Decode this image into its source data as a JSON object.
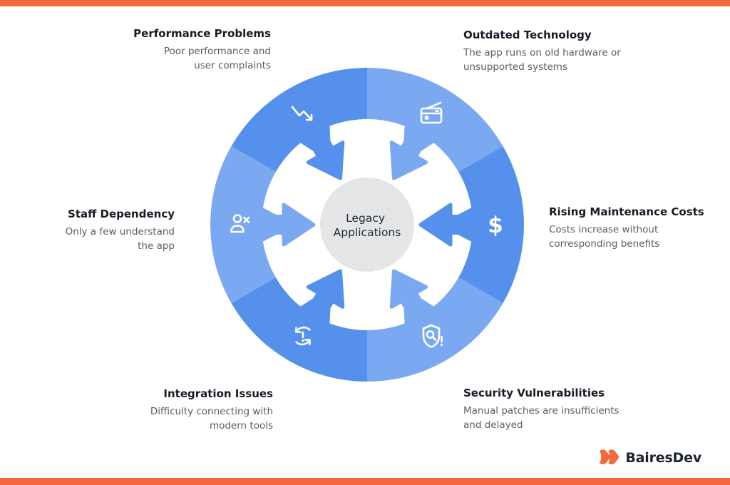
{
  "page": {
    "accent_color": "#f4683c",
    "background": "#ffffff"
  },
  "diagram": {
    "center": {
      "line1": "Legacy",
      "line2": "Applications"
    },
    "colors": {
      "segment_dark": "#5591ec",
      "segment_light": "#7aa9f2",
      "center_circle": "#e5e6e8",
      "center_dots": "#d6d8da",
      "icon": "#ffffff"
    },
    "segments": [
      {
        "id": "performance",
        "title": "Performance Problems",
        "desc": "Poor performance and user complaints",
        "icon": "trend-down-icon",
        "shade": "dark",
        "angle": 120
      },
      {
        "id": "outdated",
        "title": "Outdated Technology",
        "desc": "The app runs on old hardware or unsupported systems",
        "icon": "radio-icon",
        "shade": "light",
        "angle": 60
      },
      {
        "id": "maintenance",
        "title": "Rising Maintenance Costs",
        "desc": "Costs increase without corresponding benefits",
        "icon": "dollar-icon",
        "shade": "dark",
        "angle": 0
      },
      {
        "id": "security",
        "title": "Security Vulnerabilities",
        "desc": "Manual patches are insufficients and delayed",
        "icon": "shield-search-icon",
        "shade": "light",
        "angle": 300
      },
      {
        "id": "integration",
        "title": "Integration Issues",
        "desc": "Difficulty connecting with modern tools",
        "icon": "sync-alert-icon",
        "shade": "dark",
        "angle": 240
      },
      {
        "id": "staff",
        "title": "Staff Dependency",
        "desc": "Only a few understand the app",
        "icon": "person-x-icon",
        "shade": "light",
        "angle": 180
      }
    ],
    "dollar_glyph": "$"
  },
  "branding": {
    "logo_text": "BairesDev"
  }
}
